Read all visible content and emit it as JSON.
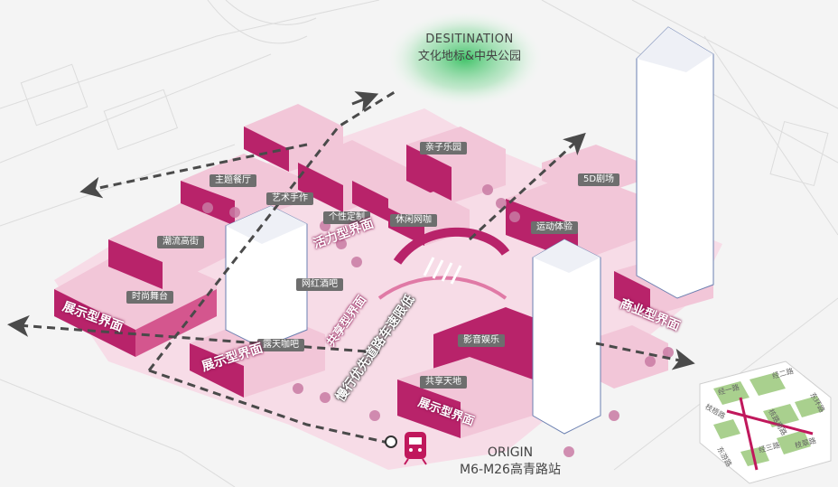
{
  "destination": {
    "en": "DESITINATION",
    "zh": "文化地标&中央公园"
  },
  "origin": {
    "en": "ORIGIN",
    "zh": "M6-M26高青路站"
  },
  "tags": {
    "theme_restaurant": "主题餐厅",
    "art_craft": "艺术手作",
    "custom": "个性定制",
    "leisure_cafe": "休闲网咖",
    "parent_child": "亲子乐园",
    "cinema_5d": "5D剧场",
    "sports": "运动体验",
    "trendy_street": "潮流高街",
    "fashion_stage": "时尚舞台",
    "internet_bar": "网红酒吧",
    "outdoor_cafe": "露天咖吧",
    "film_entertainment": "影音娱乐",
    "shared_space": "共享天地"
  },
  "interfaces": {
    "vitality": "活力型界面",
    "display_left": "展示型界面",
    "display_bottom_left": "展示型界面",
    "display_bottom": "展示型界面",
    "commercial": "商业型界面",
    "sharing": "共享型界面",
    "slow_road": "慢行优先道路车速限低"
  },
  "inset_map": {
    "labels": [
      "经一路",
      "经二路",
      "经三路",
      "东游路",
      "枝梧路",
      "东环路",
      "核路南路",
      "枝翠路"
    ]
  },
  "colors": {
    "magenta": "#b8236a",
    "pink": "#f2c6d8",
    "light_pink": "#f7dce7",
    "tower": "#ffffff",
    "arrow": "#4a4a4a",
    "green_glow": "#2ebd5a"
  }
}
